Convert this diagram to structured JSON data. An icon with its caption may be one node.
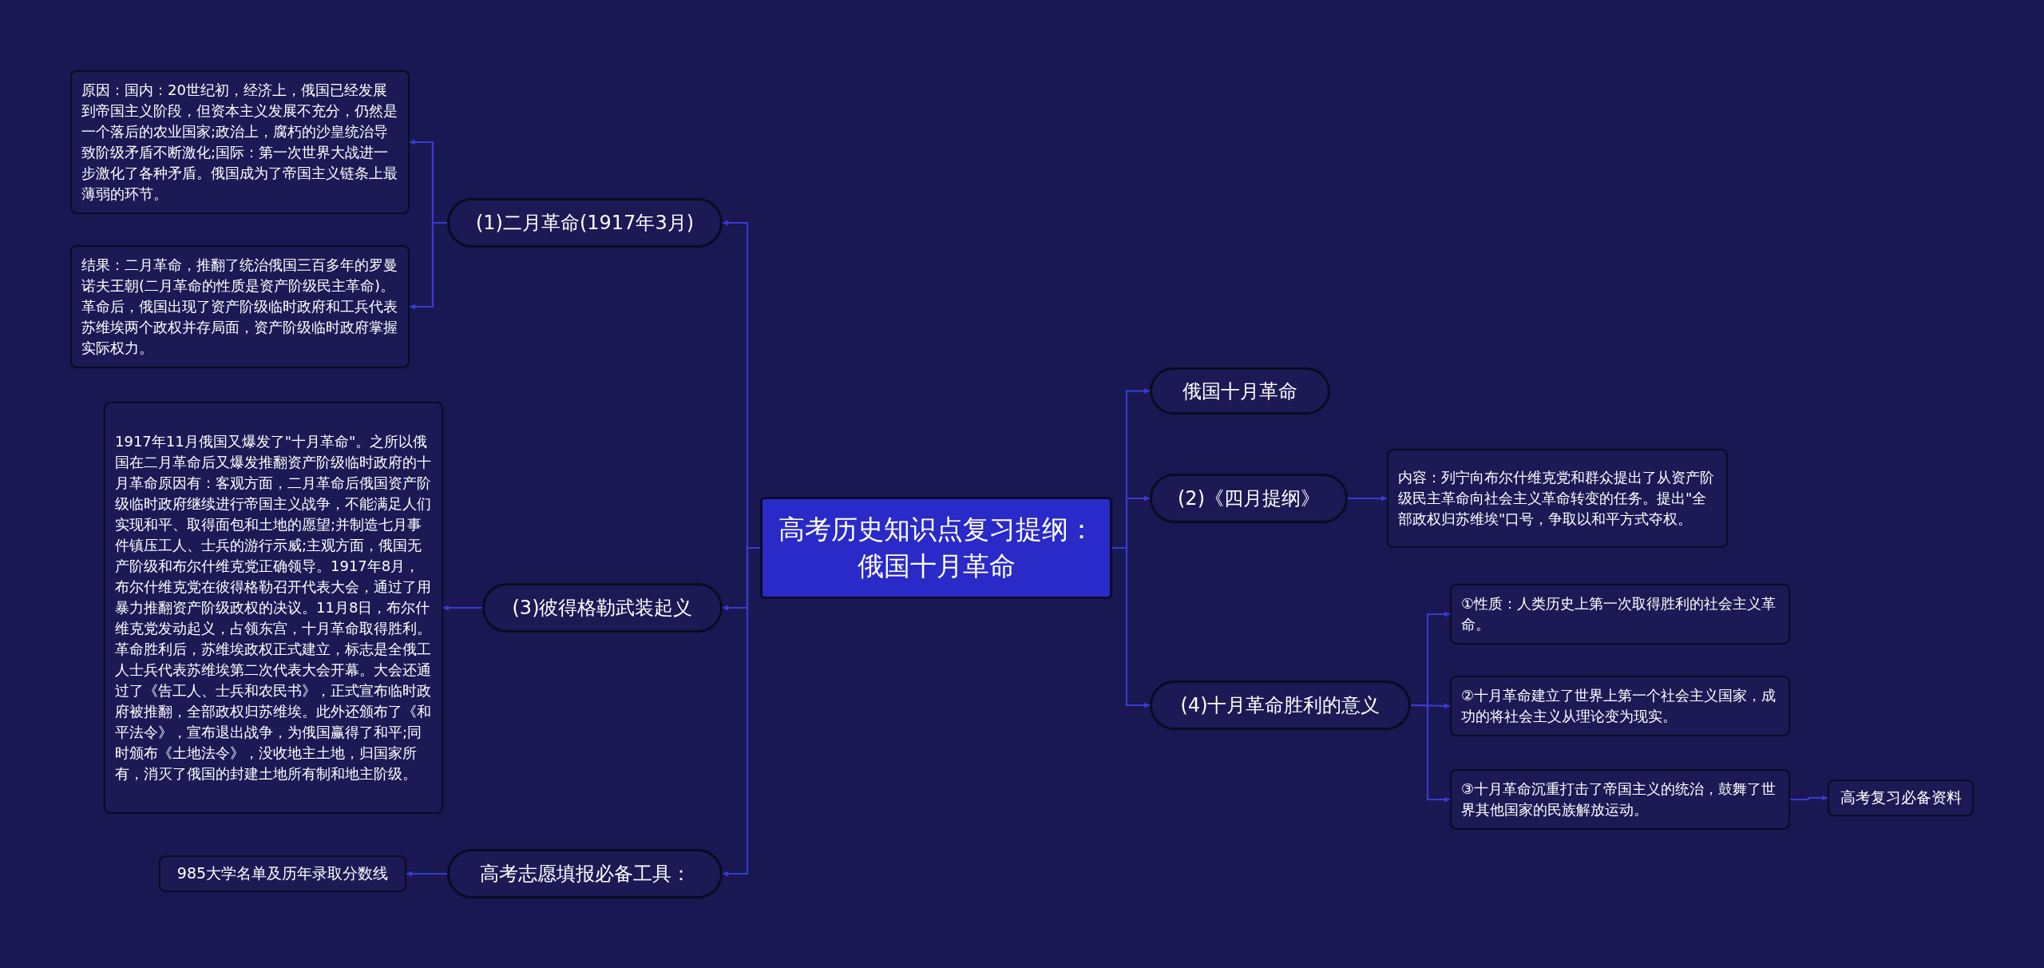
{
  "diagram": {
    "nodes": [
      {
        "text": [
          "高考历史知识点复习提纲：俄国十月革命"
        ]
      },
      {
        "text": [
          "(1)二月革命(1917年3月)"
        ]
      },
      {
        "text": [
          "原因：国内：20世纪初，经济上，俄国已经发展到帝国主义阶段，但资本主义发展不充分，仍然是一个落后的农业国家;政治上，腐朽的沙皇统治导致阶级矛盾不断激化;国际：第一次世界大战进一步激化了各种矛盾。俄国成为了帝国主义链条上最薄弱的环节。"
        ]
      },
      {
        "text": [
          "结果：二月革命，推翻了统治俄国三百多年的罗曼诺夫王朝(二月革命的性质是资产阶级民主革命)。革命后，俄国出现了资产阶级临时政府和工兵代表苏维埃两个政权并存局面，资产阶级临时政府掌握实际权力。"
        ]
      },
      {
        "text": [
          "(3)彼得格勒武装起义"
        ]
      },
      {
        "text": [
          "1917年11月俄国又爆发了\"十月革命\"。之所以俄国在二月革命后又爆发推翻资产阶级临时政府的十月革命原因有：客观方面，二月革命后俄国资产阶级临时政府继续进行帝国主义战争，不能满足人们实现和平、取得面包和土地的愿望;并制造七月事件镇压工人、士兵的游行示威;主观方面，俄国无产阶级和布尔什维克党正确领导。1917年8月，布尔什维克党在彼得格勒召开代表大会，通过了用暴力推翻资产阶级政权的决议。11月8日，布尔什维克党发动起义，占领东宫，十月革命取得胜利。革命胜利后，苏维埃政权正式建立，标志是全俄工人士兵代表苏维埃第二次代表大会开幕。大会还通过了《告工人、士兵和农民书》，正式宣布临时政府被推翻，全部政权归苏维埃。此外还颁布了《和平法令》，宣布退出战争，为俄国赢得了和平;同时颁布《土地法令》，没收地主土地，归国家所有，消灭了俄国的封建土地所有制和地主阶级。"
        ]
      },
      {
        "text": [
          "高考志愿填报必备工具："
        ]
      },
      {
        "text": [
          "985大学名单及历年录取分数线"
        ]
      },
      {
        "text": [
          "俄国十月革命"
        ]
      },
      {
        "text": [
          "(2)《四月提纲》"
        ]
      },
      {
        "text": [
          "内容：列宁向布尔什维克党和群众提出了从资产阶级民主革命向社会主义革命转变的任务。提出\"全部政权归苏维埃\"口号，争取以和平方式夺权。"
        ]
      },
      {
        "text": [
          "(4)十月革命胜利的意义"
        ]
      },
      {
        "text": [
          "①性质：人类历史上第一次取得胜利的社会主义革命。"
        ]
      },
      {
        "text": [
          "②十月革命建立了世界上第一个社会主义国家，成功的将社会主义从理论变为现实。"
        ]
      },
      {
        "text": [
          "③十月革命沉重打击了帝国主义的统治，鼓舞了世界其他国家的民族解放运动。"
        ]
      },
      {
        "text": [
          "高考复习必备资料"
        ]
      }
    ],
    "edges": [
      {
        "from": 0,
        "to": 1,
        "arrow": "to"
      },
      {
        "from": 0,
        "to": 4,
        "arrow": "to"
      },
      {
        "from": 0,
        "to": 6,
        "arrow": "to"
      },
      {
        "from": 1,
        "to": 2,
        "arrow": "to"
      },
      {
        "from": 1,
        "to": 3,
        "arrow": "to"
      },
      {
        "from": 4,
        "to": 5,
        "arrow": "to"
      },
      {
        "from": 6,
        "to": 7,
        "arrow": "to"
      },
      {
        "from": 0,
        "to": 8,
        "arrow": "to"
      },
      {
        "from": 0,
        "to": 9,
        "arrow": "to"
      },
      {
        "from": 0,
        "to": 11,
        "arrow": "to"
      },
      {
        "from": 9,
        "to": 10,
        "arrow": "to"
      },
      {
        "from": 11,
        "to": 12,
        "arrow": "to"
      },
      {
        "from": 11,
        "to": 13,
        "arrow": "to"
      },
      {
        "from": 11,
        "to": 14,
        "arrow": "to"
      },
      {
        "from": 14,
        "to": 15,
        "arrow": "to"
      }
    ]
  }
}
